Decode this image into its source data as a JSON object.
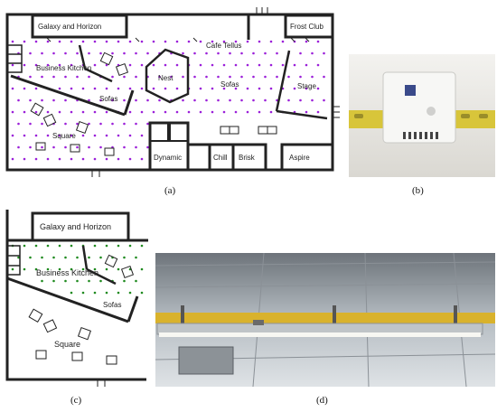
{
  "captions": {
    "a": "(a)",
    "b": "(b)",
    "c": "(c)",
    "d": "(d)"
  },
  "rooms": {
    "galaxy_horizon": "Galaxy and Horizon",
    "frost_club": "Frost Club",
    "cafe_tellus": "Cafe Tellus",
    "business_kitchen": "Business Kitchen",
    "nest": "Nest",
    "sofas": "Sofas",
    "stage": "Stage",
    "square": "Square",
    "dynamic": "Dynamic",
    "chill": "Chill",
    "brisk": "Brisk",
    "aspire": "Aspire"
  },
  "colors": {
    "wall": "#222222",
    "sensor_points_full_plan": "#9b1fd9",
    "sensor_points_partial_plan": "#1e8a1e",
    "rail_yellow": "#d8c53a"
  }
}
